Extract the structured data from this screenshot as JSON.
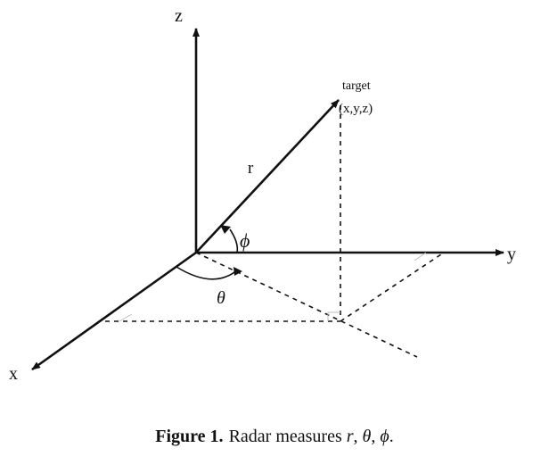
{
  "axes": {
    "x": "x",
    "y": "y",
    "z": "z"
  },
  "labels": {
    "r": "r",
    "theta": "θ",
    "phi": "ϕ",
    "target": "target",
    "coords": "(x,y,z)"
  },
  "caption": {
    "label": "Figure 1.",
    "text_prefix": "Radar measures ",
    "r": "r",
    "sep1": ", ",
    "theta": "θ",
    "sep2": ", ",
    "phi": "ϕ",
    "end": "."
  }
}
